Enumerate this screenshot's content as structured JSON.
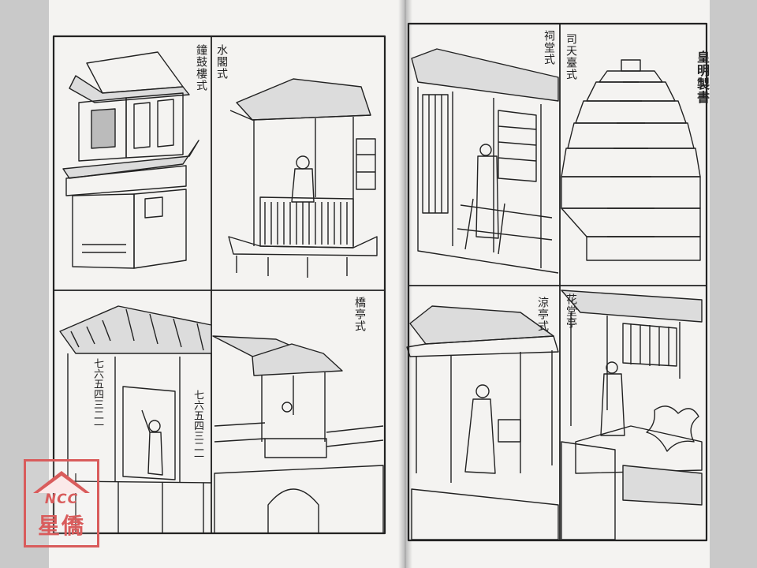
{
  "captions": {
    "bell_drum_tower": "鐘鼓樓式",
    "water_pavilion": "水閣式",
    "bridge_pavilion": "橋亭式",
    "shrine_hall": "祠堂式",
    "observatory": "司天臺式",
    "waterside_pavilion": "涼亭式",
    "vertical_title": "皇明製書",
    "flower_pavilion": "花堂亭"
  },
  "storey_labels_left": [
    "七",
    "六",
    "五",
    "四",
    "三",
    "二",
    "一"
  ],
  "storey_labels_right": [
    "七",
    "六",
    "五",
    "四",
    "三",
    "二",
    "一"
  ],
  "watermark": {
    "brand": "NCC",
    "name": "星僑",
    "color": "#d95c5c"
  },
  "colors": {
    "paper": "#f4f3f1",
    "ink": "#222222",
    "background": "#c9c9c9"
  }
}
